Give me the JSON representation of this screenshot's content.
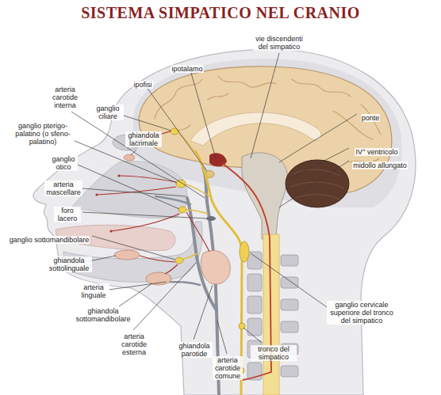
{
  "diagram": {
    "title": "SISTEMA SIMPATICO NEL CRANIO",
    "labels": [
      "vie discendenti del simpatico",
      "ipotalamo",
      "ipofisi",
      "arteria carotide interna",
      "ganglio ciliare",
      "ghiandola lacrimale",
      "ponte",
      "IV° ventricolo",
      "midollo allungato",
      "ganglio pterigo-palatino (o sfeno-palatino)",
      "ganglio otico",
      "arteria mascellare",
      "foro lacero",
      "ganglio sottomandibolare",
      "ghiandola sottolinguale",
      "arteria linguale",
      "ghiandola sottomandibolare",
      "arteria carotide esterna",
      "ghiandola parotide",
      "arteria carotide comune",
      "tronco del simpatico",
      "ganglio cervicale superiore del tronco del simpatico"
    ]
  }
}
